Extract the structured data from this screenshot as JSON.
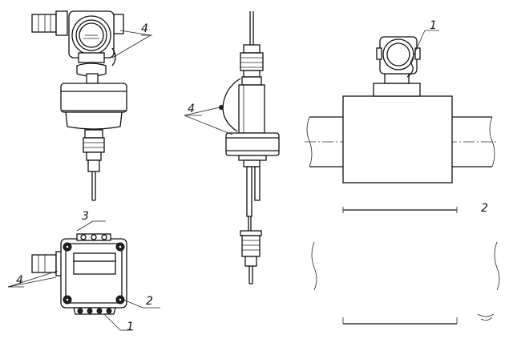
{
  "callouts": {
    "front_view_4": "4",
    "probe_view_4": "4",
    "pipe_view_1": "1",
    "pipe_view_2": "2",
    "top_view_3": "3",
    "top_view_4": "4",
    "top_view_2": "2",
    "top_view_1": "1"
  },
  "colors": {
    "line": "#111111",
    "background": "#ffffff",
    "shade": "#9a9a9a"
  }
}
